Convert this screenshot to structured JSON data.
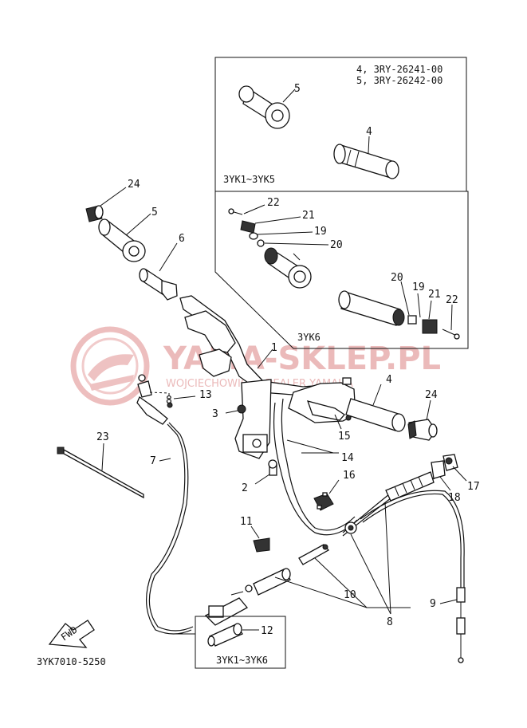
{
  "diagram_code": "3YK7010-5250",
  "watermark": {
    "main": "YAMA-SKLEP.PL",
    "sub": "WOJCIECHOWICZ | DEALER YAMAHA"
  },
  "insets": [
    {
      "lines": [
        "4, 3RY-26241-00",
        "5, 3RY-26242-00"
      ],
      "model_range": "3YK1~3YK5"
    },
    {
      "model_range": "3YK6"
    },
    {
      "model_range": "3YK1~3YK6"
    }
  ],
  "fwd_label": "FWD",
  "callouts": [
    "1",
    "2",
    "3",
    "4",
    "5",
    "6",
    "7",
    "8",
    "9",
    "10",
    "11",
    "12",
    "13",
    "14",
    "15",
    "16",
    "17",
    "18",
    "19",
    "20",
    "21",
    "22",
    "23",
    "24"
  ],
  "colors": {
    "line": "#111111",
    "watermark": "#e9b3b3"
  }
}
